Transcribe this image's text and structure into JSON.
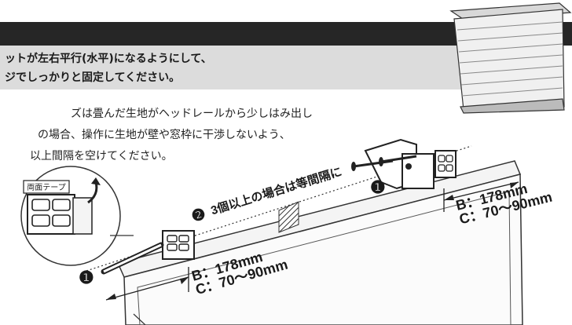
{
  "instructions": {
    "line1": "ットが左右平行(水平)になるようにして、",
    "line2": "ジでしっかりと固定してください。"
  },
  "note": {
    "line1": "ズは畳んだ生地がヘッドレールから少しはみ出し",
    "line2": "の場合、操作に生地が壁や窓枠に干渉しないよう、",
    "line3": "以上間隔を空けてください。"
  },
  "tape_label": "両面テープ",
  "step_label": "3個以上の場合は等間隔に",
  "step_marker": "❷",
  "screw_marker_left": "❶",
  "screw_marker_right": "❶",
  "dim_left": {
    "b": "B：178mm",
    "c": "C：70～90mm"
  },
  "dim_right": {
    "b": "B：178mm",
    "c": "C：70～90mm"
  }
}
